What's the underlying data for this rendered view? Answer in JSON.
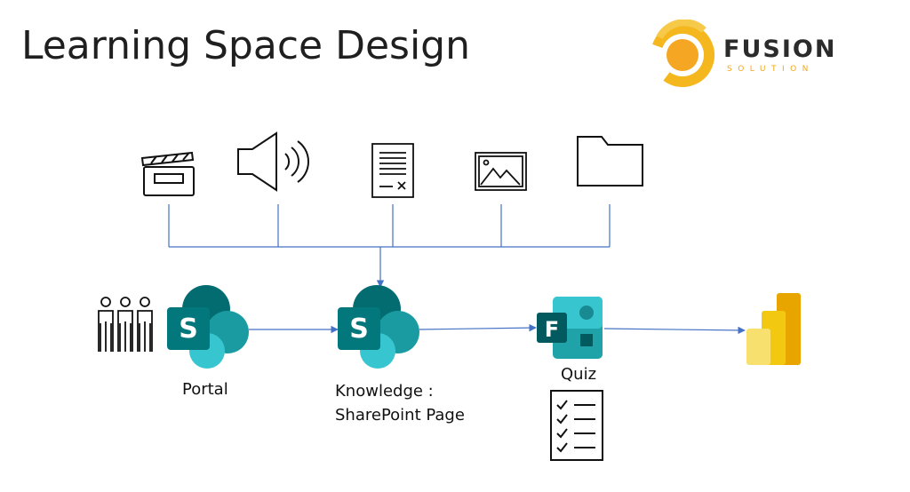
{
  "title": "Learning Space Design",
  "logo": {
    "name": "FUSION",
    "tagline": "SOLUTION"
  },
  "nodes": {
    "portal": {
      "label": "Portal",
      "icon": "sharepoint-icon"
    },
    "knowledge": {
      "label_line1": "Knowledge :",
      "label_line2": "SharePoint Page",
      "icon": "sharepoint-icon"
    },
    "quiz": {
      "label": "Quiz",
      "icon": "microsoft-forms-icon"
    },
    "report": {
      "icon": "power-bi-icon"
    }
  },
  "content_icons": [
    "video-clapperboard-icon",
    "audio-speaker-icon",
    "document-icon",
    "image-icon",
    "folder-icon"
  ],
  "colors": {
    "connector": "#4472c4",
    "sharepoint_dark": "#036c70",
    "sharepoint_mid": "#1a9ba1",
    "sharepoint_light": "#37c6d0",
    "forms_dark": "#035a5e",
    "forms_teal": "#1fa3a8",
    "powerbi_yellow": "#f2c811",
    "powerbi_dark": "#e8a500",
    "logo_orange": "#f5a623"
  }
}
